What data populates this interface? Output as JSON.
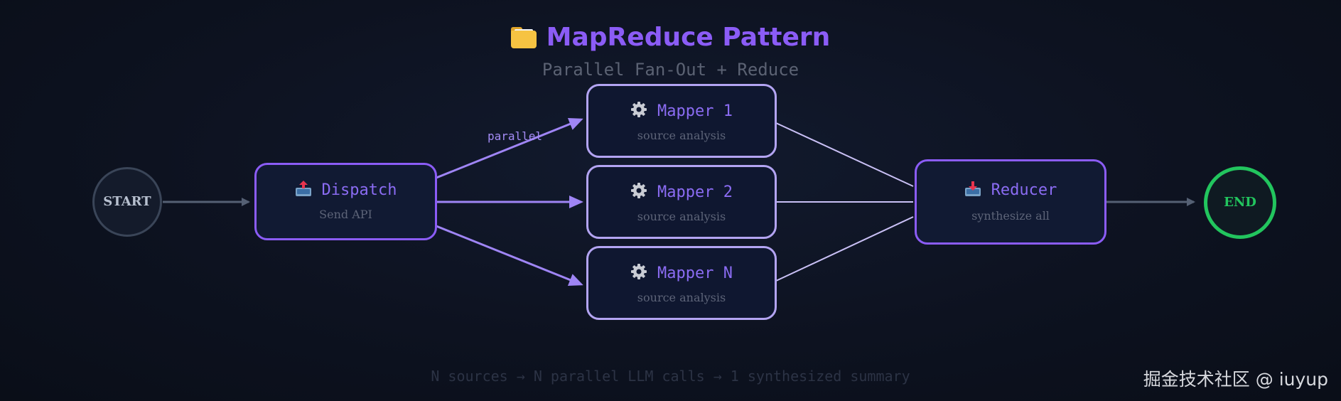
{
  "header": {
    "title": "MapReduce Pattern",
    "title_icon": "folder-icon",
    "subtitle": "Parallel Fan-Out + Reduce"
  },
  "nodes": {
    "start": {
      "label": "START"
    },
    "dispatch": {
      "icon": "outbox-tray-icon",
      "label": "Dispatch",
      "sub": "Send API"
    },
    "mapper_1": {
      "icon": "gear-icon",
      "label": "Mapper 1",
      "sub": "source analysis"
    },
    "mapper_2": {
      "icon": "gear-icon",
      "label": "Mapper 2",
      "sub": "source analysis"
    },
    "mapper_n": {
      "icon": "gear-icon",
      "label": "Mapper N",
      "sub": "source analysis"
    },
    "reducer": {
      "icon": "inbox-tray-icon",
      "label": "Reducer",
      "sub": "synthesize all"
    },
    "end": {
      "label": "END"
    }
  },
  "edges": {
    "fanout_label": "parallel"
  },
  "footer": {
    "caption": "N sources → N parallel LLM calls → 1 synthesized summary"
  },
  "watermark": "掘金技术社区 @ iuyup",
  "colors": {
    "accent": "#8b5cf6",
    "mapper_border": "#b3a4f2",
    "end": "#22c55e",
    "start_border": "#3a4558",
    "background": "#0d1120"
  }
}
